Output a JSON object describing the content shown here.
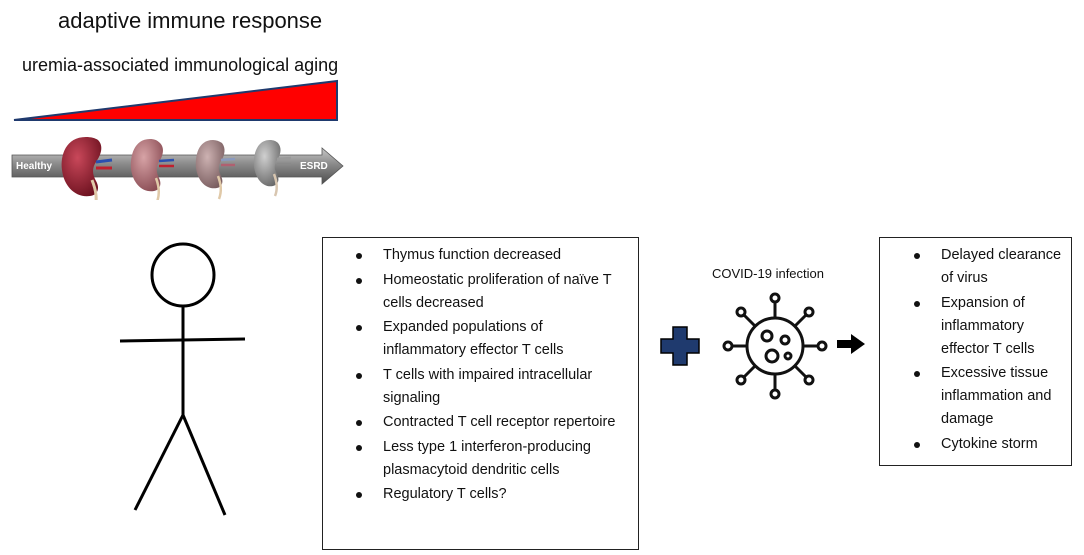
{
  "header": {
    "title": "adaptive immune response",
    "subtitle": "uremia-associated immunological aging"
  },
  "progression_arrow": {
    "start_label": "Healthy",
    "end_label": "ESRD"
  },
  "host_changes": {
    "items": [
      "Thymus function decreased",
      "Homeostatic proliferation of naïve T cells decreased",
      "Expanded populations of inflammatory effector T cells",
      "T cells with impaired intracellular signaling",
      "Contracted T cell receptor repertoire",
      "Less type 1 interferon-producing plasmacytoid dendritic cells",
      "Regulatory T cells?"
    ]
  },
  "infection": {
    "label": "COVID-19 infection"
  },
  "outcomes": {
    "items": [
      "Delayed clearance of virus",
      "Expansion of inflammatory effector T cells",
      "Excessive tissue inflammation and damage",
      "Cytokine storm"
    ]
  },
  "colors": {
    "wedge_fill": "#ff0000",
    "wedge_border": "#1f3a6e",
    "plus_fill": "#1f3a6e",
    "arrow_gray": "#7a7a7a"
  }
}
